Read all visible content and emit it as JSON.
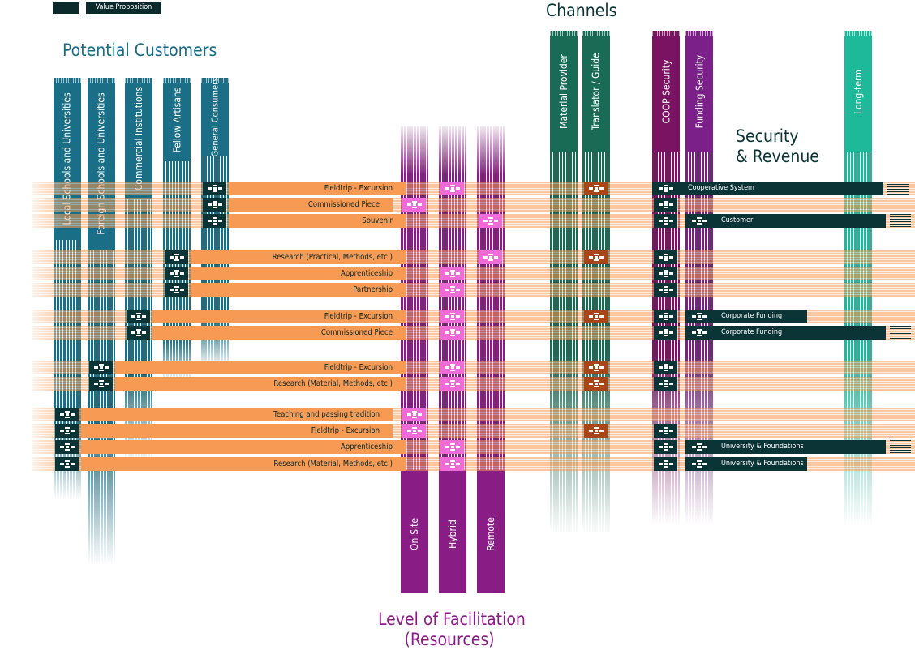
{
  "legend": {
    "label": "Value Proposition"
  },
  "headers": {
    "potential_customers": "Potential Customers",
    "channels": "Channels",
    "security_revenue_1": "Security",
    "security_revenue_2": "& Revenue",
    "facilitation_1": "Level of Facilitation",
    "facilitation_2": "(Resources)"
  },
  "customers": [
    {
      "id": "local",
      "label": "Local Schools and Universities"
    },
    {
      "id": "foreign",
      "label": "Foreign Schools and Universities"
    },
    {
      "id": "commercial",
      "label": "Commercial Institutions"
    },
    {
      "id": "artisans",
      "label": "Fellow Artisans"
    },
    {
      "id": "general",
      "label": "General Consumers"
    }
  ],
  "channels": [
    {
      "id": "material",
      "label": "Material Provider"
    },
    {
      "id": "translator",
      "label": "Translator / Guide"
    }
  ],
  "security": [
    {
      "id": "coop",
      "label": "COOP Security"
    },
    {
      "id": "funding",
      "label": "Funding Security"
    },
    {
      "id": "longterm",
      "label": "Long-term"
    }
  ],
  "facilitation": [
    {
      "id": "onsite",
      "label": "On-Site"
    },
    {
      "id": "hybrid",
      "label": "Hybrid"
    },
    {
      "id": "remote",
      "label": "Remote"
    }
  ],
  "rows": [
    {
      "label": "Fieldtrip - Excursion",
      "customer": "general",
      "facilitation": "hybrid",
      "translator": true,
      "coop": true,
      "funding": false,
      "revenue": "Cooperative System"
    },
    {
      "label": "Commissioned Piece",
      "customer": "general",
      "facilitation": "onsite",
      "translator": false,
      "coop": true,
      "funding": false,
      "revenue": ""
    },
    {
      "label": "Souvenir",
      "customer": "general",
      "facilitation": "remote",
      "translator": false,
      "coop": true,
      "funding": true,
      "revenue": "Customer"
    },
    {
      "label": "Research (Practical, Methods, etc.)",
      "customer": "artisans",
      "facilitation": "remote",
      "translator": true,
      "coop": true,
      "funding": false,
      "revenue": ""
    },
    {
      "label": "Apprenticeship",
      "customer": "artisans",
      "facilitation": "hybrid",
      "translator": false,
      "coop": true,
      "funding": false,
      "revenue": ""
    },
    {
      "label": "Partnership",
      "customer": "artisans",
      "facilitation": "hybrid",
      "translator": false,
      "coop": true,
      "funding": false,
      "revenue": ""
    },
    {
      "label": "Fieldtrip - Excursion",
      "customer": "commercial",
      "facilitation": "hybrid",
      "translator": true,
      "coop": true,
      "funding": true,
      "revenue": "Corporate Funding"
    },
    {
      "label": "Commissioned Piece",
      "customer": "commercial",
      "facilitation": "hybrid",
      "translator": false,
      "coop": true,
      "funding": true,
      "revenue": "Corporate Funding"
    },
    {
      "label": "Fieldtrip - Excursion",
      "customer": "foreign",
      "facilitation": "hybrid",
      "translator": true,
      "coop": true,
      "funding": false,
      "revenue": ""
    },
    {
      "label": "Research (Material, Methods, etc.)",
      "customer": "foreign",
      "facilitation": "hybrid",
      "translator": true,
      "coop": true,
      "funding": false,
      "revenue": ""
    },
    {
      "label": "Teaching and passing tradition",
      "customer": "local",
      "facilitation": "onsite",
      "translator": false,
      "coop": false,
      "funding": false,
      "revenue": ""
    },
    {
      "label": "Fieldtrip - Excursion",
      "customer": "local",
      "facilitation": "onsite",
      "translator": true,
      "coop": true,
      "funding": false,
      "revenue": ""
    },
    {
      "label": "Apprenticeship",
      "customer": "local",
      "facilitation": "hybrid",
      "translator": false,
      "coop": true,
      "funding": true,
      "revenue": "University & Foundations"
    },
    {
      "label": "Research (Material, Methods, etc.)",
      "customer": "local",
      "facilitation": "hybrid",
      "translator": false,
      "coop": true,
      "funding": true,
      "revenue": "University & Foundations"
    }
  ],
  "colors": {
    "customer_column": "#1a6e86",
    "channel_column": "#1a6b55",
    "coop_column": "#7a1462",
    "funding_column": "#7a2088",
    "longterm_column": "#1db99a",
    "facilitation_column": "#8a1c86",
    "row_bar": "#f79a53",
    "mark_dark": "#0b3436",
    "mark_pink": "#ee6bd8",
    "mark_brown": "#a8461a",
    "header_teal": "#1b6c86",
    "header_dark": "#0b3436",
    "header_purple": "#8a1c86"
  }
}
